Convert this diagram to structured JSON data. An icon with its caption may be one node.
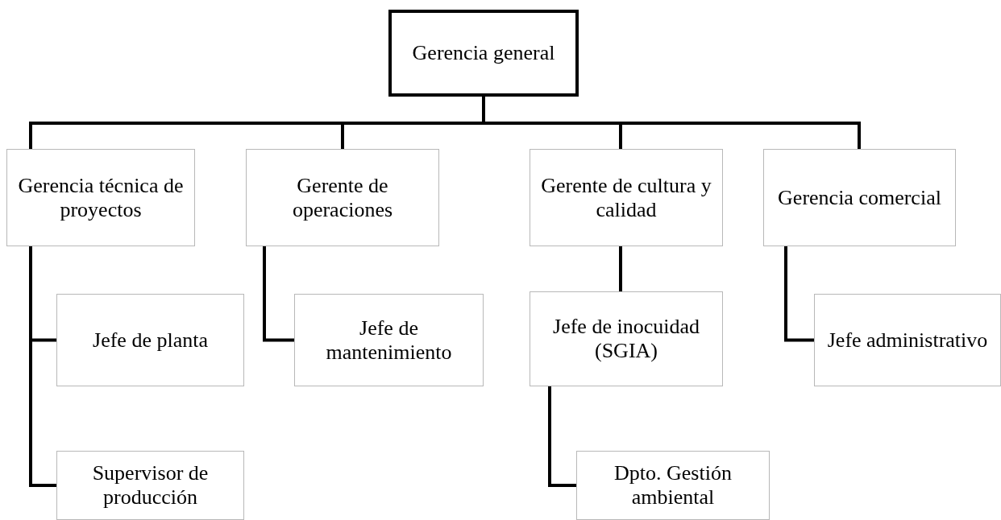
{
  "diagram": {
    "nodes": [
      {
        "text": [
          "Gerencia general"
        ]
      },
      {
        "text": [
          "Gerencia técnica de proyectos"
        ]
      },
      {
        "text": [
          "Gerente de operaciones"
        ]
      },
      {
        "text": [
          "Gerente de cultura y calidad"
        ]
      },
      {
        "text": [
          "Gerencia comercial"
        ]
      },
      {
        "text": [
          "Jefe de planta"
        ]
      },
      {
        "text": [
          "Supervisor de producción"
        ]
      },
      {
        "text": [
          "Jefe de mantenimiento"
        ]
      },
      {
        "text": [
          "Jefe de inocuidad (SGIA)"
        ]
      },
      {
        "text": [
          "Dpto. Gestión ambiental"
        ]
      },
      {
        "text": [
          "Jefe administrativo"
        ]
      }
    ],
    "edges": [
      {
        "from": 0,
        "to": 1,
        "arrow": "none"
      },
      {
        "from": 0,
        "to": 2,
        "arrow": "none"
      },
      {
        "from": 0,
        "to": 3,
        "arrow": "none"
      },
      {
        "from": 0,
        "to": 4,
        "arrow": "none"
      },
      {
        "from": 1,
        "to": 5,
        "arrow": "none"
      },
      {
        "from": 1,
        "to": 6,
        "arrow": "none"
      },
      {
        "from": 2,
        "to": 7,
        "arrow": "none"
      },
      {
        "from": 3,
        "to": 8,
        "arrow": "none"
      },
      {
        "from": 8,
        "to": 9,
        "arrow": "none"
      },
      {
        "from": 4,
        "to": 10,
        "arrow": "none"
      }
    ]
  }
}
